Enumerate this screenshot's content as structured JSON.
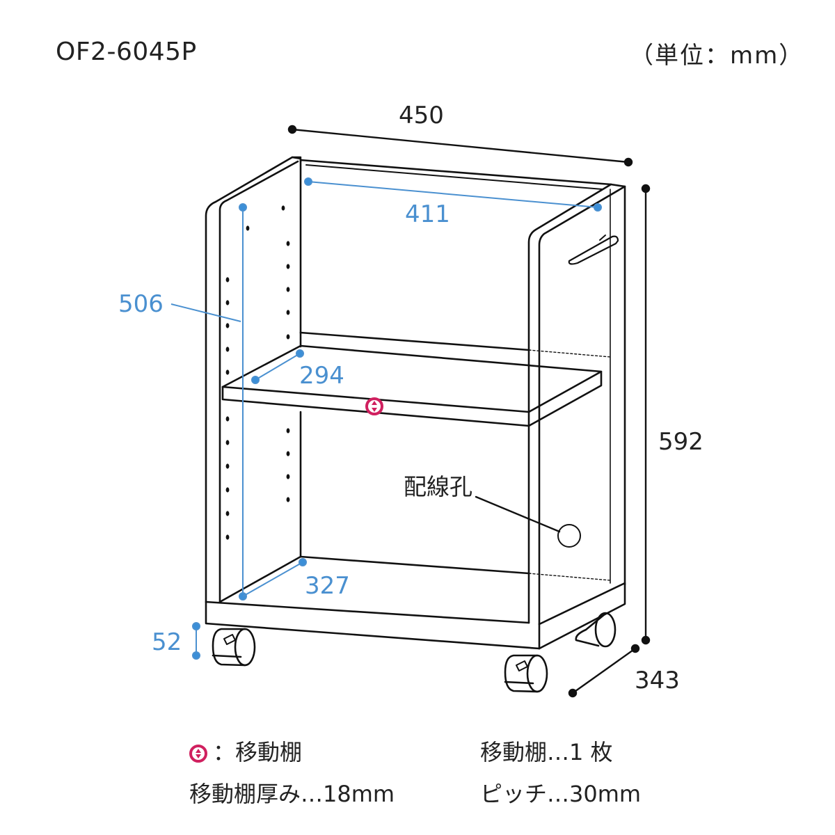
{
  "header": {
    "model": "OF2-6045P",
    "unit": "（単位：mm）"
  },
  "dimensions": {
    "outer_width": "450",
    "inner_width": "411",
    "inner_height": "506",
    "shelf_depth": "294",
    "bottom_depth": "327",
    "total_height": "592",
    "total_depth": "343",
    "base_height": "52"
  },
  "labels": {
    "cable_hole": "配線孔"
  },
  "legend": {
    "movable_shelf_symbol_label": "：移動棚",
    "movable_shelf_count": "移動棚…1 枚",
    "movable_shelf_thickness": "移動棚厚み…18mm",
    "pitch": "ピッチ…30mm"
  },
  "colors": {
    "line": "#111111",
    "dimension_blue": "#4a90d0",
    "shelf_marker": "#d0205f"
  }
}
